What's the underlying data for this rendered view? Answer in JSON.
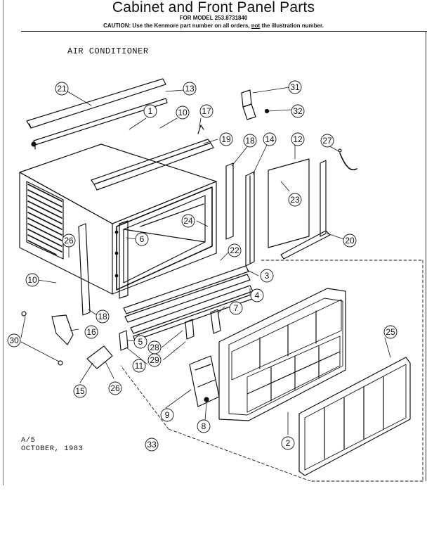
{
  "header": {
    "title": "Cabinet and Front Panel Parts",
    "model": "FOR MODEL 253.8731840",
    "caution_prefix": "CAUTION: Use the Kenmore part number on all orders, ",
    "caution_not": "not",
    "caution_suffix": " the illustration number."
  },
  "subtitle": "AIR CONDITIONER",
  "footer": {
    "sheet": "A/5",
    "date": "OCTOBER, 1983"
  },
  "callouts": [
    "21",
    "13",
    "1",
    "10",
    "17",
    "19",
    "31",
    "32",
    "18",
    "14",
    "12",
    "27",
    "23",
    "24",
    "6",
    "26",
    "22",
    "20",
    "10",
    "3",
    "4",
    "7",
    "18",
    "25",
    "5",
    "28",
    "29",
    "11",
    "16",
    "30",
    "15",
    "26",
    "9",
    "8",
    "2",
    "33"
  ]
}
